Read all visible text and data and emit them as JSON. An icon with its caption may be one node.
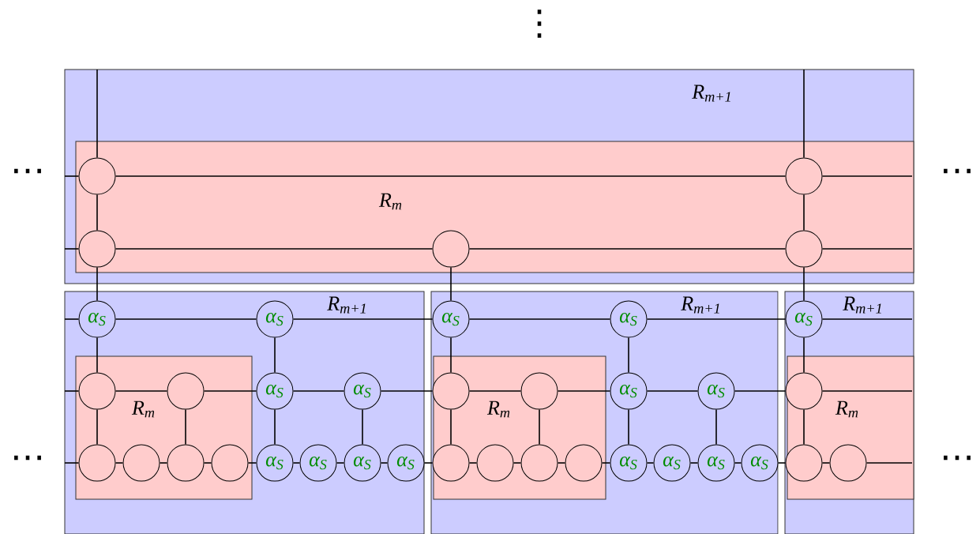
{
  "diagram": {
    "nodes": [
      {
        "text": [
          "R$_{m+1}$"
        ]
      },
      {
        "text": [
          "R$_{m}$"
        ],
        "in": 0
      },
      {
        "text": [],
        "shape": "circle",
        "in": 1
      },
      {
        "text": [],
        "shape": "circle",
        "in": 1
      },
      {
        "text": [],
        "shape": "circle",
        "in": 1
      },
      {
        "text": [],
        "shape": "circle",
        "in": 1
      },
      {
        "text": [],
        "shape": "circle",
        "in": 1
      },
      {
        "text": [
          "R$_{m+1}$"
        ]
      },
      {
        "text": [
          "R$_{m}$"
        ],
        "in": 7
      },
      {
        "text": [
          "α$_{S}$"
        ],
        "in": 7
      },
      {
        "text": [
          "α$_{S}$"
        ],
        "in": 7
      },
      {
        "text": [],
        "shape": "circle",
        "in": 8
      },
      {
        "text": [],
        "shape": "circle",
        "in": 8
      },
      {
        "text": [
          "α$_{S}$"
        ],
        "in": 7
      },
      {
        "text": [
          "α$_{S}$"
        ],
        "in": 7
      },
      {
        "text": [],
        "shape": "circle",
        "in": 8
      },
      {
        "text": [],
        "shape": "circle",
        "in": 8
      },
      {
        "text": [],
        "shape": "circle",
        "in": 8
      },
      {
        "text": [],
        "shape": "circle",
        "in": 8
      },
      {
        "text": [
          "α$_{S}$"
        ],
        "in": 7
      },
      {
        "text": [
          "α$_{S}$"
        ],
        "in": 7
      },
      {
        "text": [
          "α$_{S}$"
        ],
        "in": 7
      },
      {
        "text": [
          "α$_{S}$"
        ],
        "in": 7
      },
      {
        "text": [
          "R$_{m+1}$"
        ]
      },
      {
        "text": [
          "R$_{m}$"
        ],
        "in": 23
      },
      {
        "text": [
          "α$_{S}$"
        ],
        "in": 23
      },
      {
        "text": [
          "α$_{S}$"
        ],
        "in": 23
      },
      {
        "text": [],
        "shape": "circle",
        "in": 24
      },
      {
        "text": [],
        "shape": "circle",
        "in": 24
      },
      {
        "text": [
          "α$_{S}$"
        ],
        "in": 23
      },
      {
        "text": [
          "α$_{S}$"
        ],
        "in": 23
      },
      {
        "text": [],
        "shape": "circle",
        "in": 24
      },
      {
        "text": [],
        "shape": "circle",
        "in": 24
      },
      {
        "text": [],
        "shape": "circle",
        "in": 24
      },
      {
        "text": [],
        "shape": "circle",
        "in": 24
      },
      {
        "text": [
          "α$_{S}$"
        ],
        "in": 23
      },
      {
        "text": [
          "α$_{S}$"
        ],
        "in": 23
      },
      {
        "text": [
          "α$_{S}$"
        ],
        "in": 23
      },
      {
        "text": [
          "α$_{S}$"
        ],
        "in": 23
      },
      {
        "text": [
          "R$_{m+1}$"
        ]
      },
      {
        "text": [
          "R$_{m}$"
        ],
        "in": 39
      },
      {
        "text": [
          "α$_{S}$"
        ],
        "in": 39
      },
      {
        "text": [],
        "shape": "circle",
        "in": 40
      },
      {
        "text": [],
        "shape": "circle",
        "in": 40
      },
      {
        "text": [],
        "shape": "circle",
        "in": 40
      }
    ],
    "edges": [
      {
        "from": null,
        "to": 2,
        "arrow": "none"
      },
      {
        "from": null,
        "to": 2,
        "arrow": "none"
      },
      {
        "from": 2,
        "to": 3,
        "arrow": "none"
      },
      {
        "from": 3,
        "to": null,
        "arrow": "none"
      },
      {
        "from": null,
        "to": 3,
        "arrow": "none"
      },
      {
        "from": 2,
        "to": 4,
        "arrow": "none"
      },
      {
        "from": 3,
        "to": 6,
        "arrow": "none"
      },
      {
        "from": null,
        "to": 4,
        "arrow": "none"
      },
      {
        "from": 4,
        "to": 5,
        "arrow": "none"
      },
      {
        "from": 5,
        "to": 6,
        "arrow": "none"
      },
      {
        "from": 6,
        "to": null,
        "arrow": "none"
      },
      {
        "from": 4,
        "to": 9,
        "arrow": "none"
      },
      {
        "from": 5,
        "to": 25,
        "arrow": "none"
      },
      {
        "from": 6,
        "to": 41,
        "arrow": "none"
      },
      {
        "from": null,
        "to": 9,
        "arrow": "none"
      },
      {
        "from": 9,
        "to": 10,
        "arrow": "none"
      },
      {
        "from": 10,
        "to": 25,
        "arrow": "none"
      },
      {
        "from": 9,
        "to": 11,
        "arrow": "none"
      },
      {
        "from": 10,
        "to": 13,
        "arrow": "none"
      },
      {
        "from": null,
        "to": 11,
        "arrow": "none"
      },
      {
        "from": 11,
        "to": 12,
        "arrow": "none"
      },
      {
        "from": 12,
        "to": 13,
        "arrow": "none"
      },
      {
        "from": 13,
        "to": 14,
        "arrow": "none"
      },
      {
        "from": 14,
        "to": 27,
        "arrow": "none"
      },
      {
        "from": 11,
        "to": 15,
        "arrow": "none"
      },
      {
        "from": 12,
        "to": 17,
        "arrow": "none"
      },
      {
        "from": 13,
        "to": 19,
        "arrow": "none"
      },
      {
        "from": 14,
        "to": 21,
        "arrow": "none"
      },
      {
        "from": null,
        "to": 15,
        "arrow": "none"
      },
      {
        "from": 15,
        "to": 16,
        "arrow": "none"
      },
      {
        "from": 16,
        "to": 17,
        "arrow": "none"
      },
      {
        "from": 17,
        "to": 18,
        "arrow": "none"
      },
      {
        "from": 18,
        "to": 19,
        "arrow": "none"
      },
      {
        "from": 19,
        "to": 20,
        "arrow": "none"
      },
      {
        "from": 20,
        "to": 21,
        "arrow": "none"
      },
      {
        "from": 21,
        "to": 22,
        "arrow": "none"
      },
      {
        "from": 22,
        "to": 31,
        "arrow": "none"
      },
      {
        "from": 25,
        "to": 26,
        "arrow": "none"
      },
      {
        "from": 26,
        "to": 41,
        "arrow": "none"
      },
      {
        "from": 25,
        "to": 27,
        "arrow": "none"
      },
      {
        "from": 26,
        "to": 29,
        "arrow": "none"
      },
      {
        "from": 27,
        "to": 28,
        "arrow": "none"
      },
      {
        "from": 28,
        "to": 29,
        "arrow": "none"
      },
      {
        "from": 29,
        "to": 30,
        "arrow": "none"
      },
      {
        "from": 30,
        "to": 42,
        "arrow": "none"
      },
      {
        "from": 27,
        "to": 31,
        "arrow": "none"
      },
      {
        "from": 28,
        "to": 33,
        "arrow": "none"
      },
      {
        "from": 29,
        "to": 35,
        "arrow": "none"
      },
      {
        "from": 30,
        "to": 37,
        "arrow": "none"
      },
      {
        "from": 31,
        "to": 32,
        "arrow": "none"
      },
      {
        "from": 32,
        "to": 33,
        "arrow": "none"
      },
      {
        "from": 33,
        "to": 34,
        "arrow": "none"
      },
      {
        "from": 34,
        "to": 35,
        "arrow": "none"
      },
      {
        "from": 35,
        "to": 36,
        "arrow": "none"
      },
      {
        "from": 36,
        "to": 37,
        "arrow": "none"
      },
      {
        "from": 37,
        "to": 38,
        "arrow": "none"
      },
      {
        "from": 38,
        "to": 43,
        "arrow": "none"
      },
      {
        "from": 41,
        "to": null,
        "arrow": "none"
      },
      {
        "from": 41,
        "to": 42,
        "arrow": "none"
      },
      {
        "from": 42,
        "to": null,
        "arrow": "none"
      },
      {
        "from": 42,
        "to": 43,
        "arrow": "none"
      },
      {
        "from": 43,
        "to": 44,
        "arrow": "none"
      },
      {
        "from": 44,
        "to": null,
        "arrow": "none"
      }
    ],
    "labels": [
      "⋮",
      "⋯",
      "⋯",
      "⋯",
      "⋯"
    ]
  }
}
